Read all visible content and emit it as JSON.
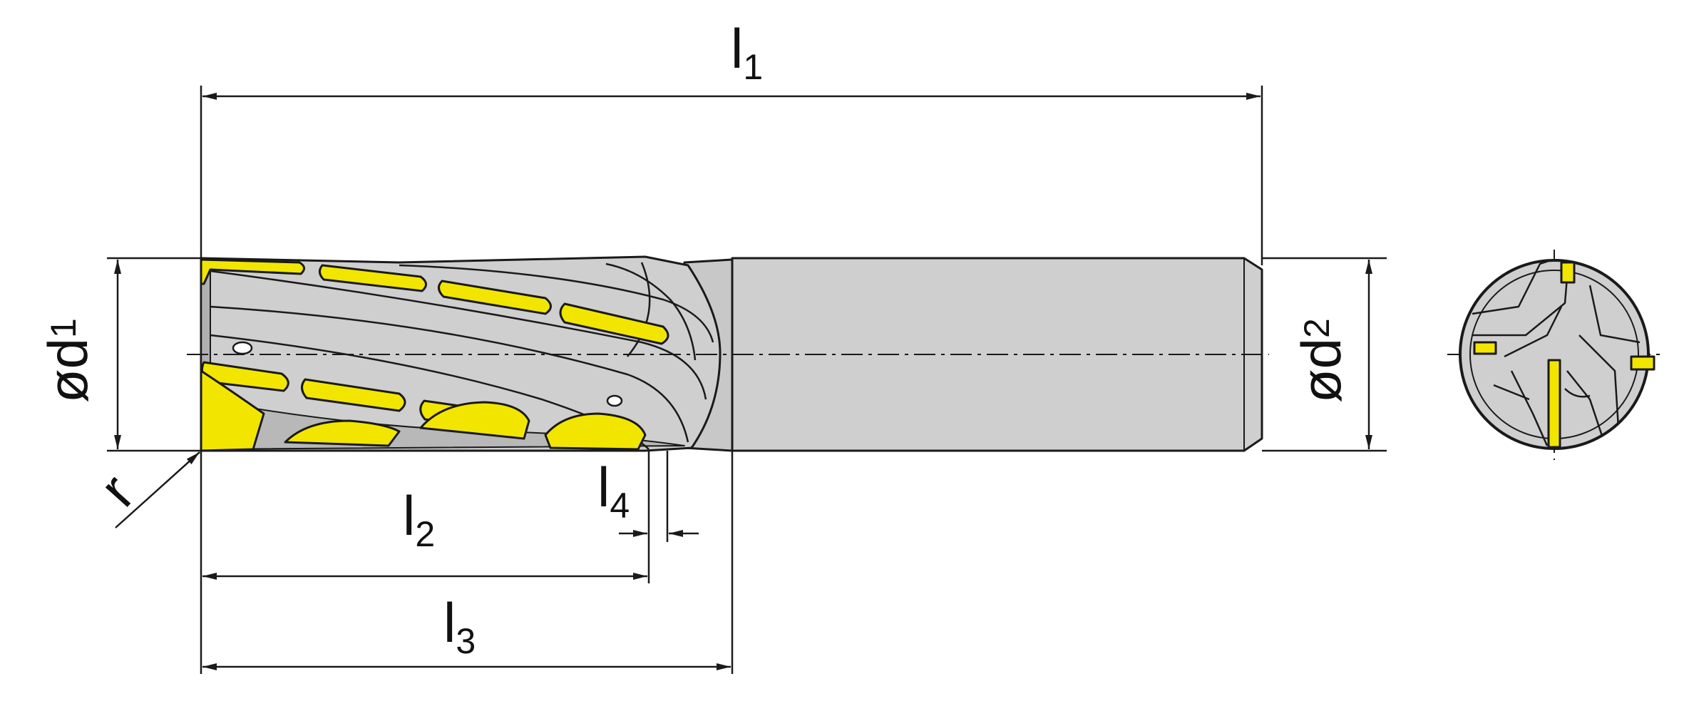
{
  "labels": {
    "l1": {
      "main": "l",
      "sub": "1"
    },
    "l2": {
      "main": "l",
      "sub": "2"
    },
    "l3": {
      "main": "l",
      "sub": "3"
    },
    "l4": {
      "main": "l",
      "sub": "4"
    },
    "d1": {
      "main": "ød",
      "sub": "1"
    },
    "d2": {
      "main": "ød",
      "sub": "2"
    },
    "r": "r"
  },
  "colors": {
    "line": "#1a1a1a",
    "body": "#cfcfcf",
    "insert": "#f2e600",
    "background": "#ffffff"
  }
}
